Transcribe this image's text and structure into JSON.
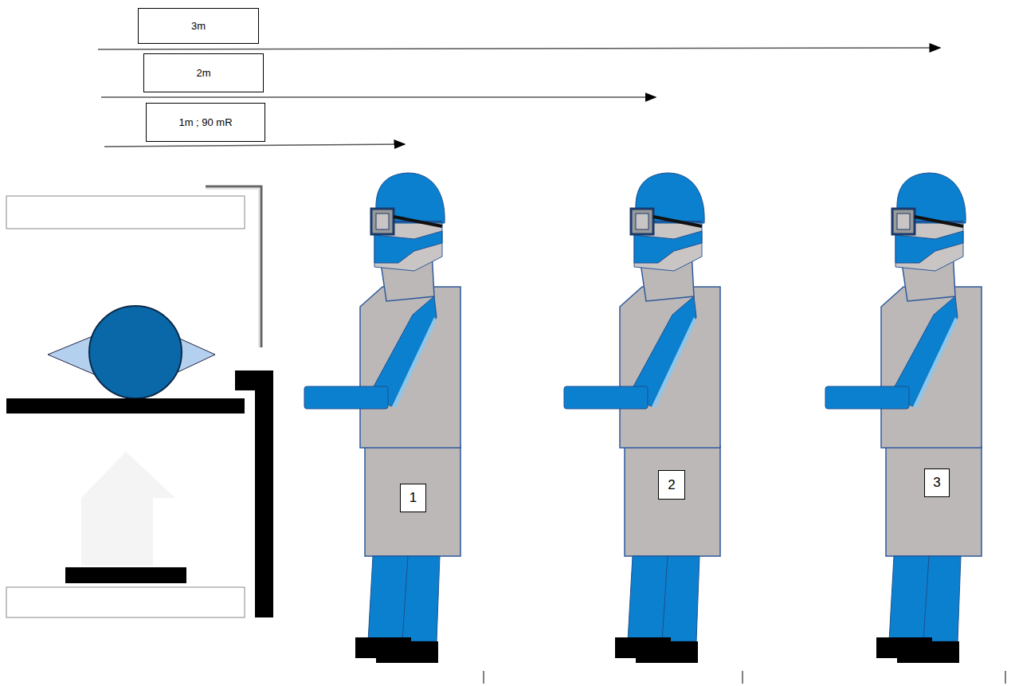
{
  "diagram": {
    "nodes": [
      {
        "text": [
          "3m"
        ]
      },
      {
        "text": [
          "2m"
        ]
      },
      {
        "text": [
          "1m ; 90 mR"
        ]
      },
      {
        "text": [
          "1"
        ]
      },
      {
        "text": [
          "2"
        ]
      },
      {
        "text": [
          "3"
        ]
      }
    ]
  }
}
